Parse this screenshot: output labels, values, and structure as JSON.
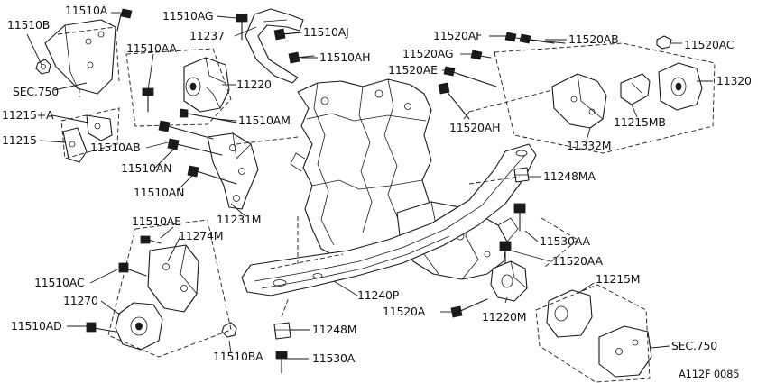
{
  "diagram_id": "A112F 0085",
  "callouts": {
    "p11510A": "11510A",
    "p11510B": "11510B",
    "sec750_top": "SEC.750",
    "p11215A": "11215+A",
    "p11215": "11215",
    "p11510AG": "11510AG",
    "p11237": "11237",
    "p11510AJ": "11510AJ",
    "p11510AA": "11510AA",
    "p11510AH": "11510AH",
    "p11220": "11220",
    "p11510AM": "11510AM",
    "p11510AB": "11510AB",
    "p11510AN_1": "11510AN",
    "p11510AN_2": "11510AN",
    "p11231M": "11231M",
    "p11520AF": "11520AF",
    "p11520AB": "11520AB",
    "p11520AG": "11520AG",
    "p11520AC": "11520AC",
    "p11520AE": "11520AE",
    "p11320": "11320",
    "p11520AH": "11520AH",
    "p11215MB": "11215MB",
    "p11332M": "11332M",
    "p11248MA": "11248MA",
    "p11510AE": "11510AE",
    "p11274M": "11274M",
    "p11530AA": "11530AA",
    "p11520AA": "11520AA",
    "p11510AC": "11510AC",
    "p11270": "11270",
    "p11240P": "11240P",
    "p11510AD": "11510AD",
    "p11520A": "11520A",
    "p11220M": "11220M",
    "p11215M": "11215M",
    "p11248M": "11248M",
    "sec750_bottom": "SEC.750",
    "p11510BA": "11510BA",
    "p11530A": "11530A"
  }
}
